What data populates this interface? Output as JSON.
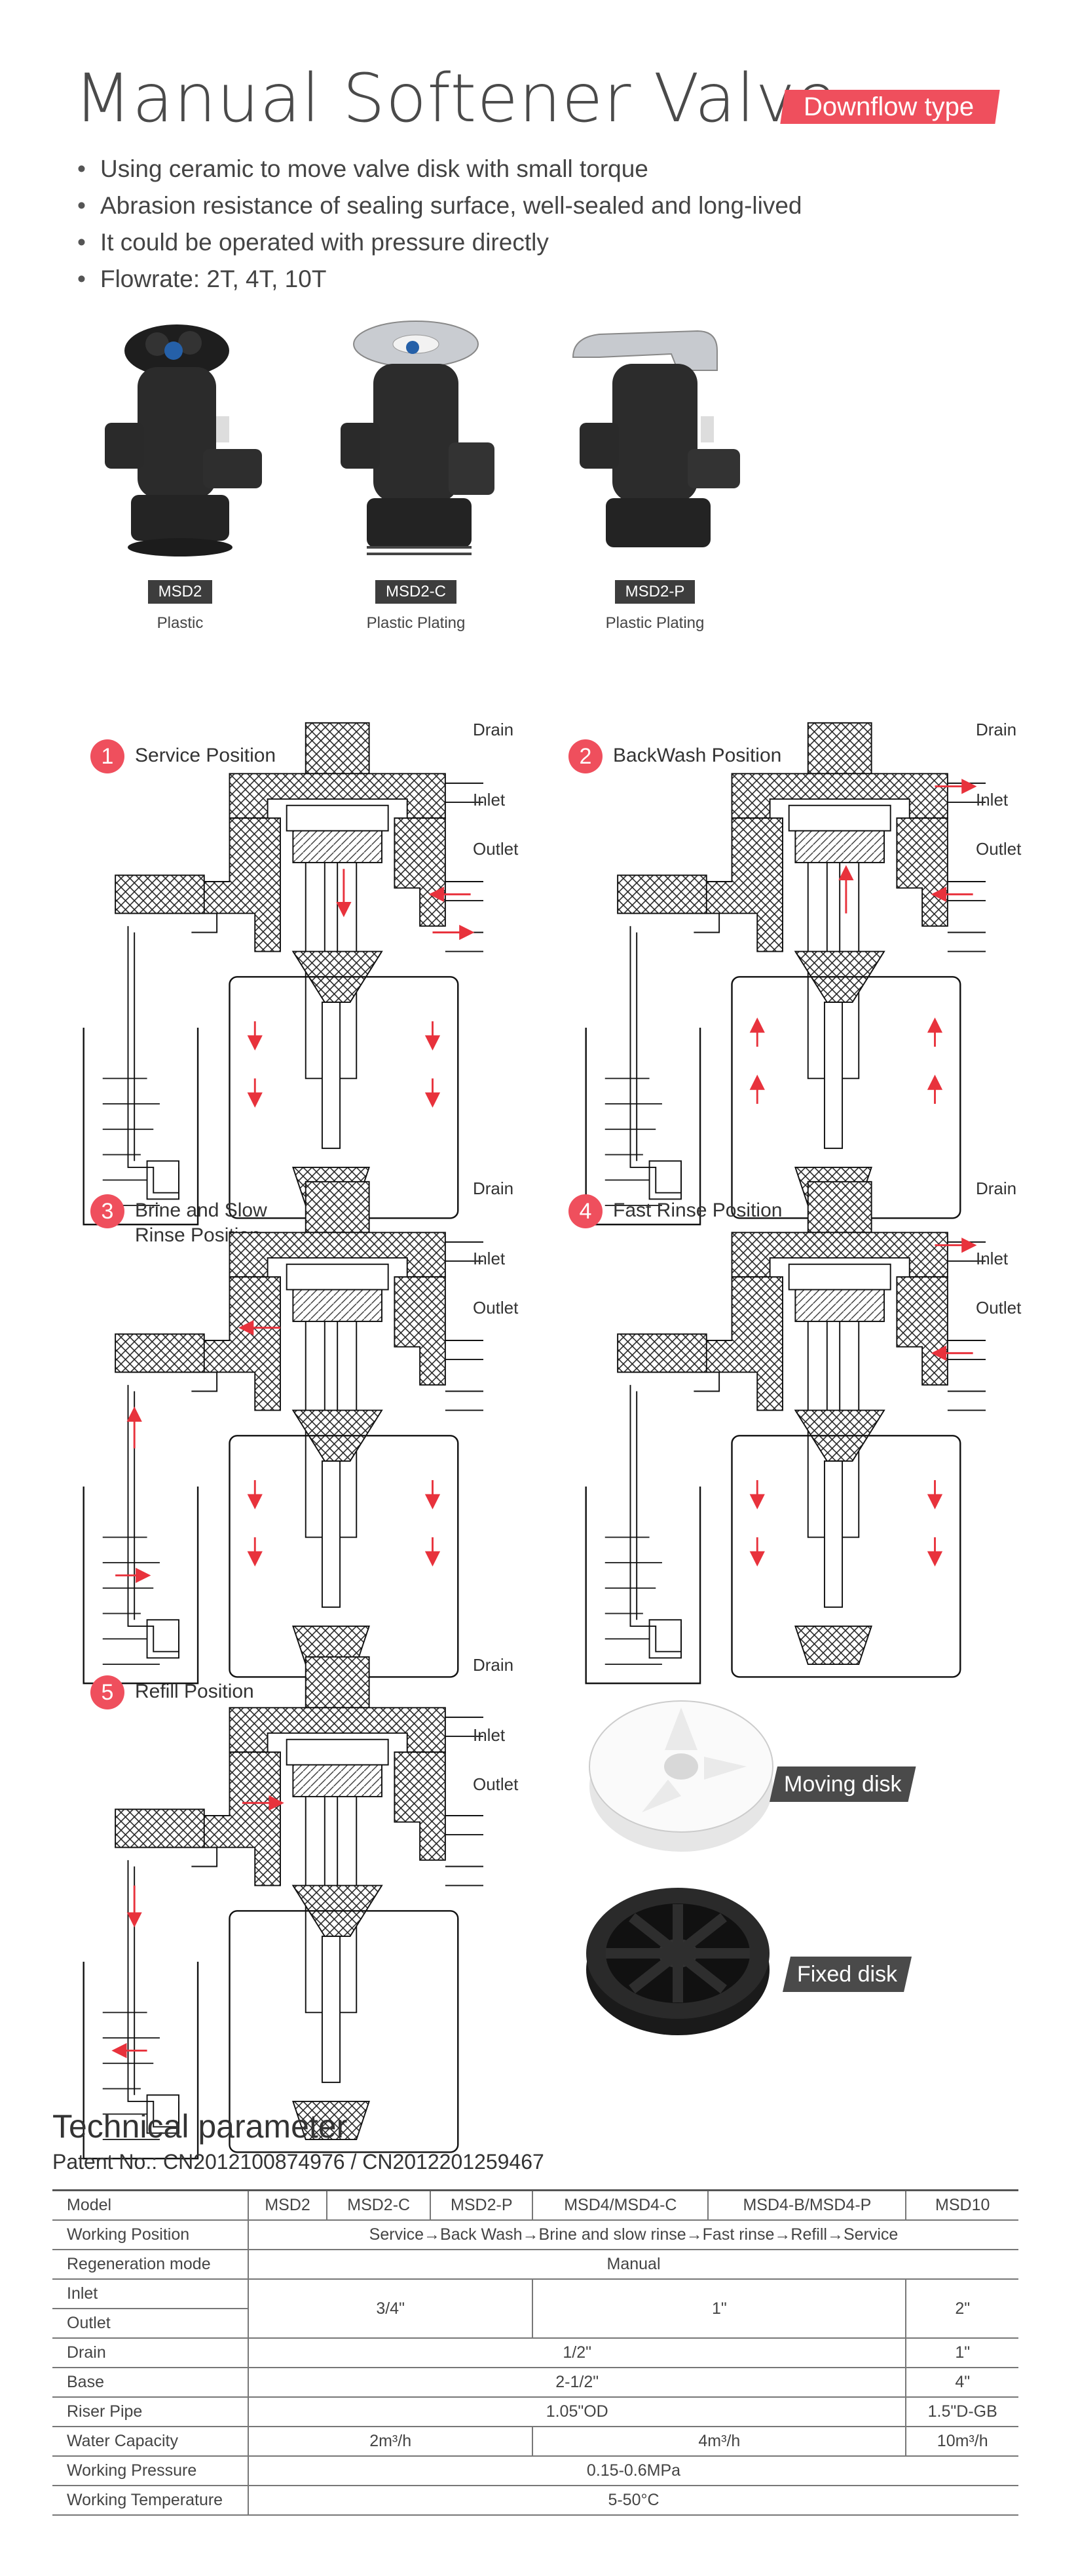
{
  "header": {
    "title": "Manual Softener Valve",
    "tag": "Downflow type",
    "bullets": [
      "Using ceramic to move valve disk with small torque",
      "Abrasion resistance of sealing surface, well-sealed and long-lived",
      "It could be operated with pressure directly",
      "Flowrate: 2T, 4T, 10T"
    ]
  },
  "products": [
    {
      "model": "MSD2",
      "material": "Plastic",
      "handle": "black-knob"
    },
    {
      "model": "MSD2-C",
      "material": "Plastic Plating",
      "handle": "chrome-knob"
    },
    {
      "model": "MSD2-P",
      "material": "Plastic Plating",
      "handle": "lever"
    }
  ],
  "ports": {
    "drain": "Drain",
    "inlet": "Inlet",
    "outlet": "Outlet"
  },
  "positions": [
    {
      "num": "1",
      "label": "Service Position"
    },
    {
      "num": "2",
      "label": "BackWash Position"
    },
    {
      "num": "3",
      "label": "Brine and Slow\nRinse Position"
    },
    {
      "num": "4",
      "label": "Fast Rinse Position"
    },
    {
      "num": "5",
      "label": "Refill Position"
    }
  ],
  "disks": {
    "moving": "Moving disk",
    "fixed": "Fixed disk"
  },
  "tech": {
    "title": "Technical parameter",
    "patent": "Patent No.: CN2012100874976 / CN2012201259467",
    "header": [
      "Model",
      "MSD2",
      "MSD2-C",
      "MSD2-P",
      "MSD4/MSD4-C",
      "MSD4-B/MSD4-P",
      "MSD10"
    ],
    "rows": {
      "working_position": {
        "label": "Working Position",
        "value": "Service→Back Wash→Brine and slow rinse→Fast rinse→Refill→Service"
      },
      "regeneration": {
        "label": "Regeneration mode",
        "value": "Manual"
      },
      "inlet": {
        "label": "Inlet"
      },
      "outlet": {
        "label": "Outlet"
      },
      "inlet_outlet_values": [
        "3/4\"",
        "1\"",
        "2\""
      ],
      "drain": {
        "label": "Drain",
        "values": [
          "1/2\"",
          "1\""
        ]
      },
      "base": {
        "label": "Base",
        "values": [
          "2-1/2\"",
          "4\""
        ]
      },
      "riser": {
        "label": "Riser Pipe",
        "values": [
          "1.05\"OD",
          "1.5\"D-GB"
        ]
      },
      "capacity": {
        "label": "Water Capacity",
        "values": [
          "2m³/h",
          "4m³/h",
          "10m³/h"
        ]
      },
      "pressure": {
        "label": "Working Pressure",
        "value": "0.15-0.6MPa"
      },
      "temperature": {
        "label": "Working Temperature",
        "value": "5-50°C"
      }
    }
  },
  "colors": {
    "accent": "#ef4f5d",
    "dark": "#3d3d3d",
    "flow_arrow": "#e8323c"
  }
}
